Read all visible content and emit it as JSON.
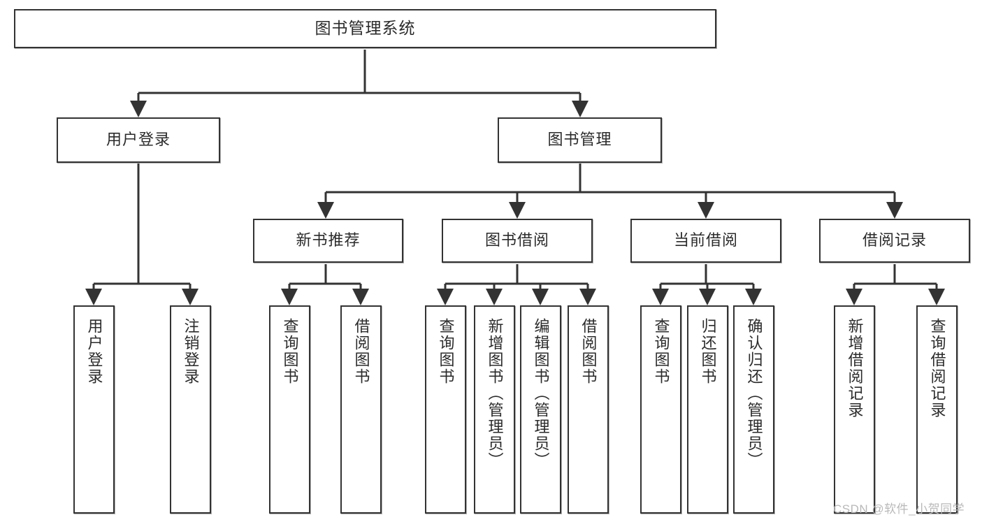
{
  "diagram": {
    "type": "tree-hierarchy",
    "title": "图书管理系统",
    "orientation": "top-down",
    "colors": {
      "box_border": "#333333",
      "box_fill": "#ffffff",
      "edge": "#333333",
      "text": "#2b2b2b",
      "watermark": "#b9b9b9",
      "background": "#ffffff"
    },
    "root": {
      "label": "图书管理系统"
    },
    "level2": [
      {
        "label": "用户登录"
      },
      {
        "label": "图书管理"
      }
    ],
    "level3": [
      {
        "label": "新书推荐"
      },
      {
        "label": "图书借阅"
      },
      {
        "label": "当前借阅"
      },
      {
        "label": "借阅记录"
      }
    ],
    "leaves": {
      "user_login": [
        {
          "label": "用户登录"
        },
        {
          "label": "注销登录"
        }
      ],
      "new_book_recommend": [
        {
          "label": "查询图书"
        },
        {
          "label": "借阅图书"
        }
      ],
      "book_borrow": [
        {
          "label": "查询图书"
        },
        {
          "label": "新增图书（管理员）"
        },
        {
          "label": "编辑图书（管理员）"
        },
        {
          "label": "借阅图书"
        }
      ],
      "current_borrow": [
        {
          "label": "查询图书"
        },
        {
          "label": "归还图书"
        },
        {
          "label": "确认归还（管理员）"
        }
      ],
      "borrow_records": [
        {
          "label": "新增借阅记录"
        },
        {
          "label": "查询借阅记录"
        }
      ]
    },
    "watermark": "CSDN @软件_小贺同学"
  }
}
